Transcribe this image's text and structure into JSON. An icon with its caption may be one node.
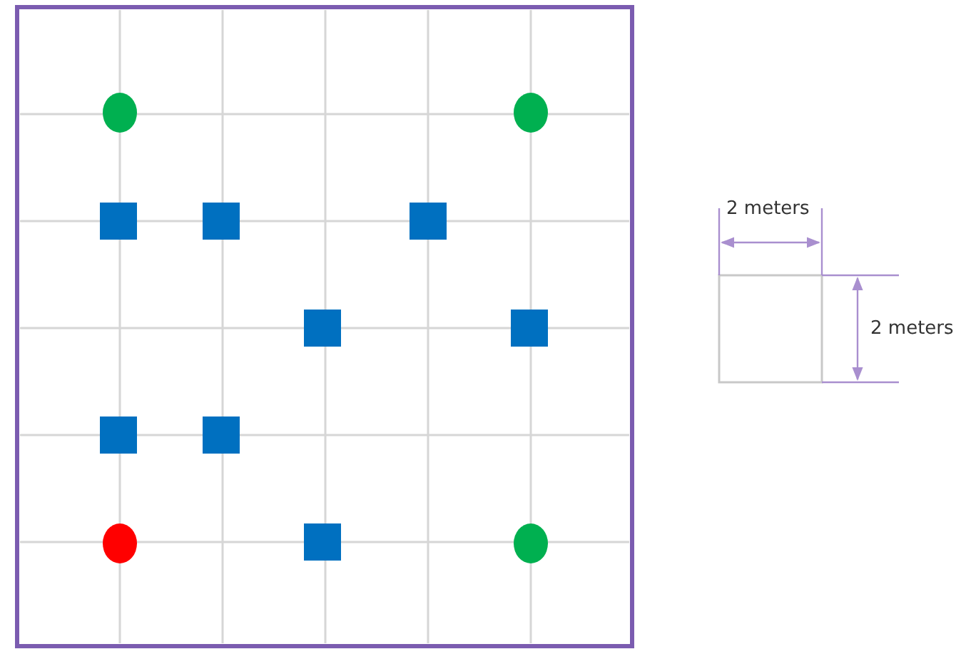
{
  "diagram": {
    "nodes": [
      {
        "text": [],
        "shape": "box"
      }
    ],
    "labels": [
      "2 meters",
      "2 meters"
    ]
  }
}
